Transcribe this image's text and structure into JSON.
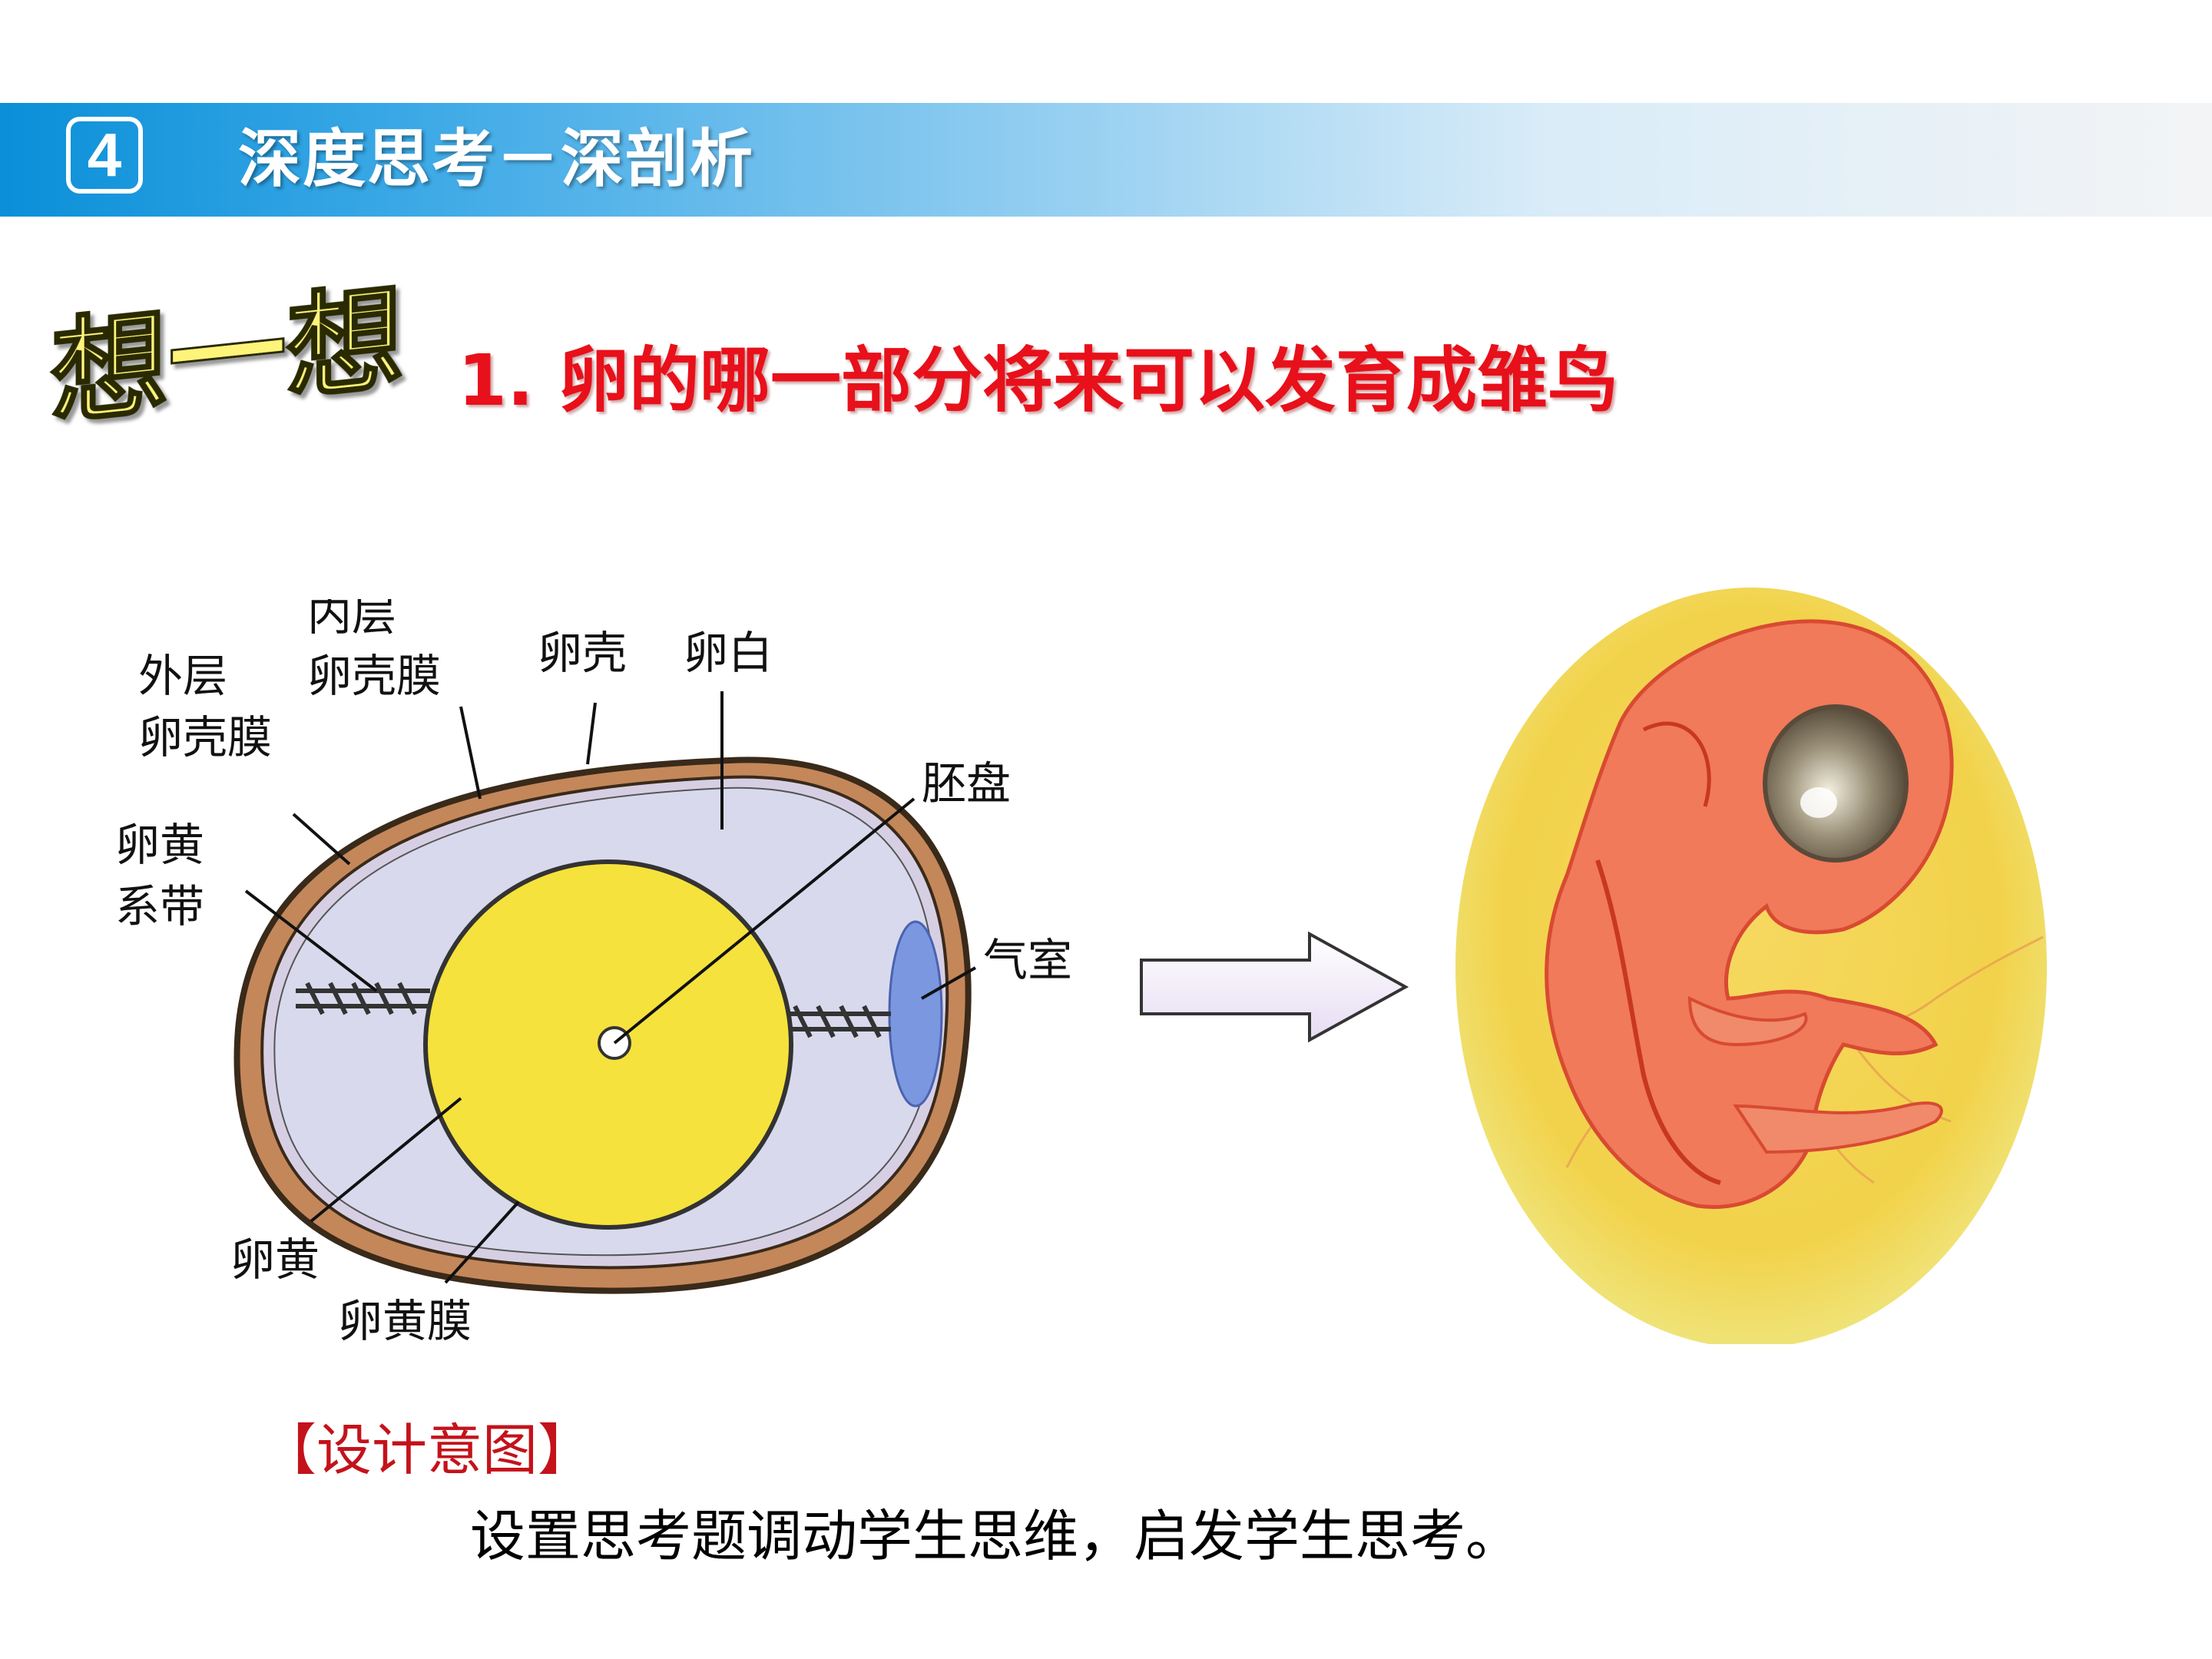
{
  "header": {
    "section_number": "4",
    "title": "深度思考－深剖析"
  },
  "think_badge": "想一想",
  "question": "1. 卵的哪一部分将来可以发育成雏鸟",
  "egg_labels": {
    "outer_membrane_1": "外层",
    "outer_membrane_2": "卵壳膜",
    "inner_membrane_1": "内层",
    "inner_membrane_2": "卵壳膜",
    "shell": "卵壳",
    "albumen": "卵白",
    "germinal_disc": "胚盘",
    "chalaza_1": "卵黄",
    "chalaza_2": "系带",
    "air_cell": "气室",
    "yolk": "卵黄",
    "yolk_membrane": "卵黄膜"
  },
  "colors": {
    "banner_start": "#0a8fd8",
    "question_red": "#e8101a",
    "yolk_yellow": "#f6e23c",
    "intent_red": "#c4121a"
  },
  "intent": {
    "title": "【设计意图】",
    "body": "设置思考题调动学生思维，启发学生思考。"
  }
}
